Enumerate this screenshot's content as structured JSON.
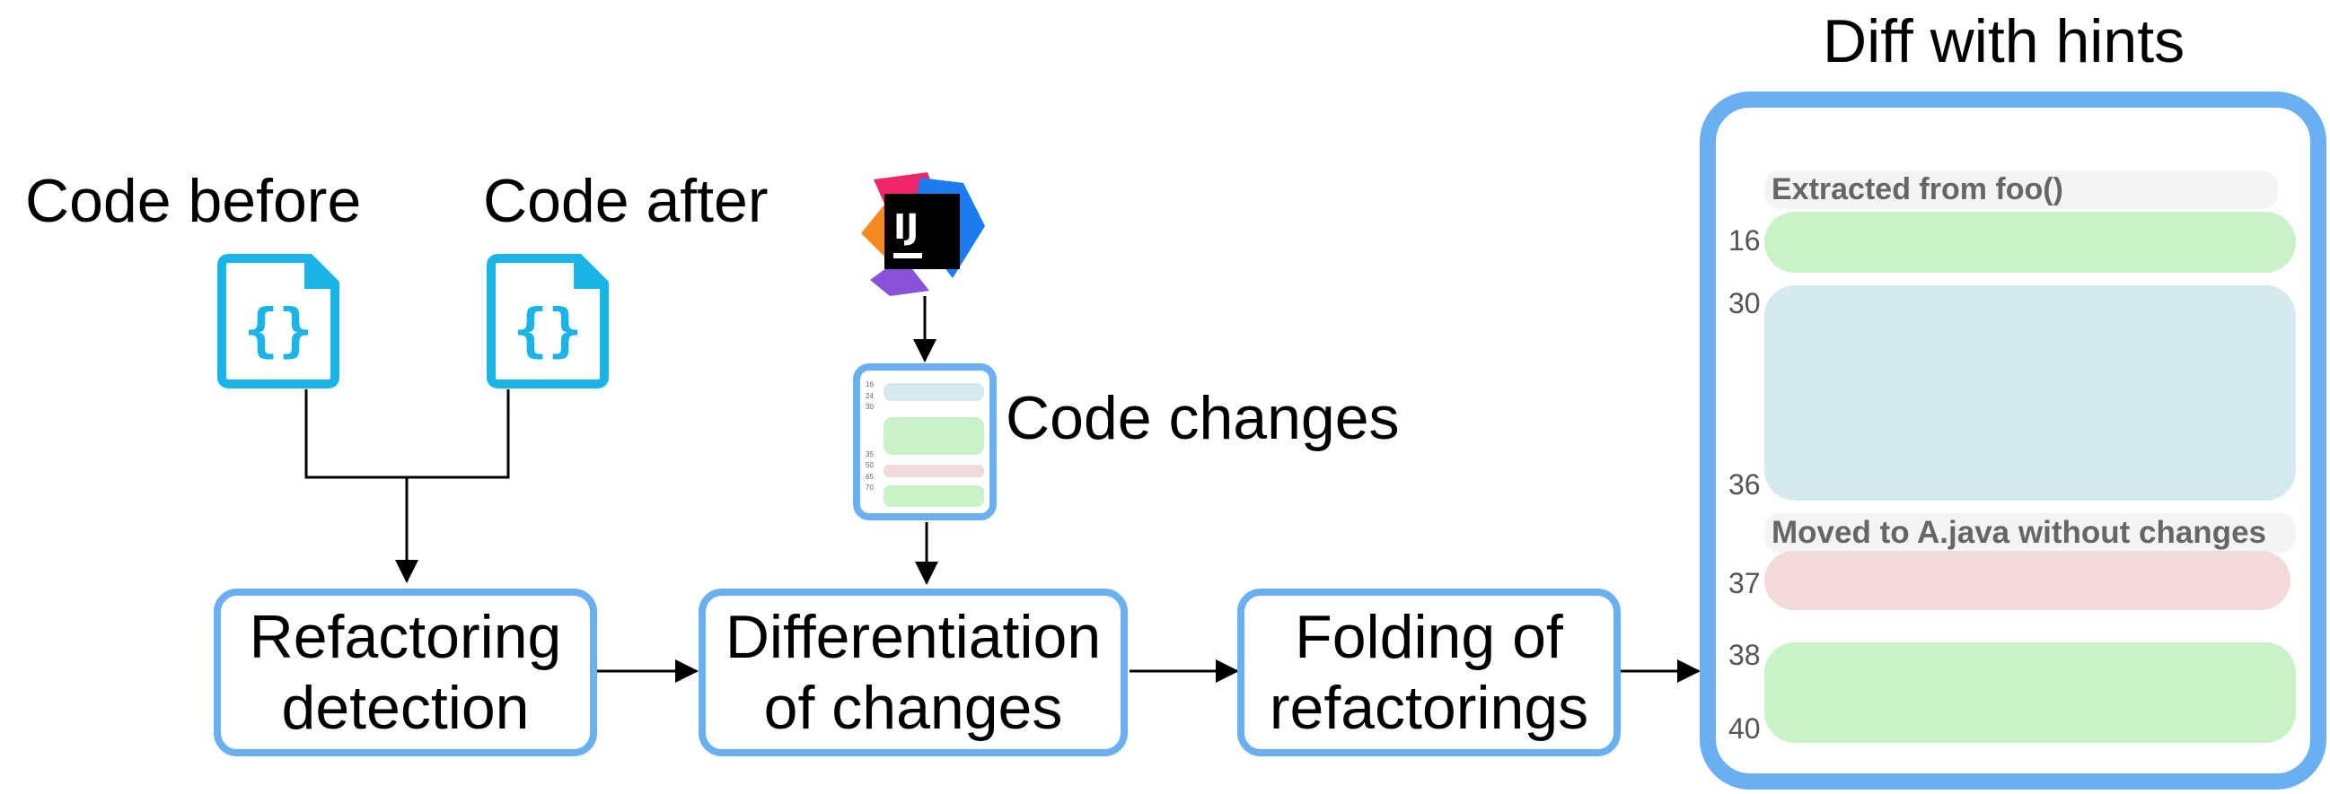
{
  "inputs": {
    "before_label": "Code before",
    "after_label": "Code after",
    "changes_label": "Code changes"
  },
  "steps": {
    "detection": [
      "Refactoring",
      "detection"
    ],
    "differentiation": [
      "Differentiation",
      "of changes"
    ],
    "folding": [
      "Folding of",
      "refactorings"
    ]
  },
  "output": {
    "title": "Diff with hints",
    "hint_extracted": "Extracted from foo()",
    "hint_moved": "Moved to A.java without changes",
    "line_numbers": [
      "16",
      "30",
      "36",
      "37",
      "38",
      "40"
    ]
  },
  "mini_line_numbers": [
    "16",
    "24",
    "30",
    "35",
    "50",
    "65",
    "70"
  ],
  "ide_logo_text": "IJ",
  "colors": {
    "accent_blue": "#6aaff0",
    "file_icon_blue": "#1bb4e8",
    "added_green": "#c9f2c6",
    "changed_blue": "#d5e9ef",
    "removed_pink": "#f2d9da"
  }
}
